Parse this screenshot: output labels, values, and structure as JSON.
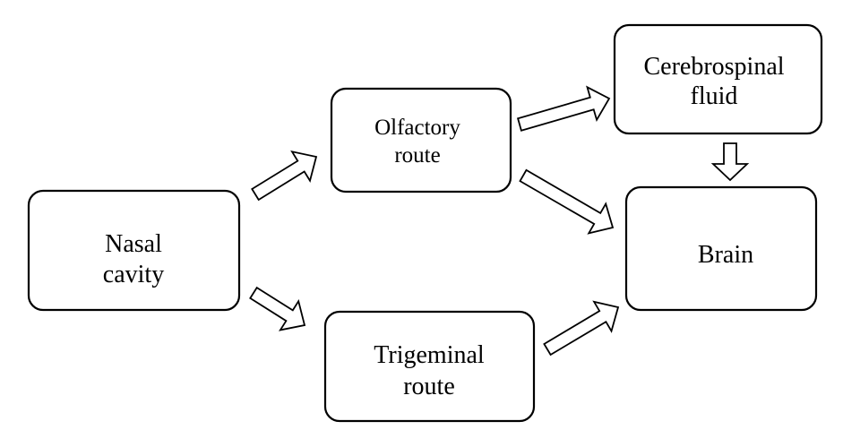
{
  "nodes": {
    "nasal_cavity": {
      "line1": "Nasal",
      "line2": "cavity"
    },
    "olfactory_route": {
      "line1": "Olfactory",
      "line2": "route"
    },
    "trigeminal_route": {
      "line1": "Trigeminal",
      "line2": "route"
    },
    "csf": {
      "line1": "Cerebrospinal",
      "line2": "fluid"
    },
    "brain": {
      "line1": "Brain"
    }
  },
  "edges": [
    {
      "from": "Nasal cavity",
      "to": "Olfactory route"
    },
    {
      "from": "Nasal cavity",
      "to": "Trigeminal route"
    },
    {
      "from": "Olfactory route",
      "to": "Cerebrospinal fluid"
    },
    {
      "from": "Olfactory route",
      "to": "Brain"
    },
    {
      "from": "Trigeminal route",
      "to": "Brain"
    },
    {
      "from": "Cerebrospinal fluid",
      "to": "Brain"
    }
  ],
  "colors": {
    "stroke": "#000000",
    "fill": "#ffffff"
  }
}
